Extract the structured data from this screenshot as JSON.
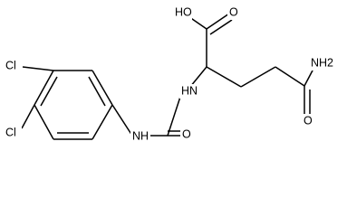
{
  "molecule": {
    "atoms": {
      "hydroxyl": "HO",
      "carbonyl_oxygen_acid": "O",
      "amide_nh2": "NH2",
      "carbonyl_oxygen_amide": "O",
      "amine_nh": "HN",
      "urea_nh": "NH",
      "urea_oxygen": "O",
      "chlorine_para": "Cl",
      "chlorine_meta": "Cl"
    },
    "colors": {
      "bond": "#000000",
      "label": "#000000",
      "background": "#ffffff"
    }
  }
}
